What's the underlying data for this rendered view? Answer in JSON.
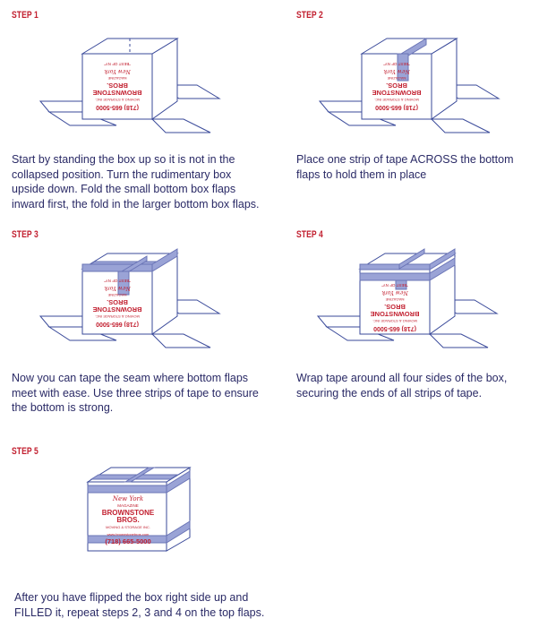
{
  "steps": [
    {
      "label": "STEP 1",
      "lines": [
        "Start by standing the box up so it is not in the",
        "collapsed position. Turn the rudimentary box",
        "upside down. Fold the small bottom box flaps",
        "inward first, the fold in the larger bottom box flaps."
      ]
    },
    {
      "label": "STEP 2",
      "lines": [
        "Place one strip of tape ACROSS the bottom",
        "flaps to hold them in place"
      ]
    },
    {
      "label": "STEP 3",
      "lines": [
        "Now you can tape the seam where bottom flaps",
        "meet with ease. Use three strips of tape to ensure",
        "the bottom is strong."
      ]
    },
    {
      "label": "STEP 4",
      "lines": [
        "Wrap tape around all four sides of the box,",
        "securing the ends of all strips of tape."
      ]
    },
    {
      "label": "STEP 5",
      "lines": [
        "After you have flipped the box right side up and",
        "FILLED it, repeat steps 2, 3 and 4 on the top flaps."
      ]
    }
  ],
  "box_print": {
    "brand": "BROWNSTONE BROS.",
    "subtitle": "MOVING & STORAGE INC.",
    "web": "www.brownstonebros.com",
    "phone": "(718) 665-5000",
    "magazine": "MAGAZINE",
    "script": "New York",
    "award": "\"BEST OF NY\""
  },
  "colors": {
    "step_label": "#c22030",
    "text": "#2a2a66",
    "outline": "#3a4a9a",
    "tape": "#9aa3d6",
    "print_red": "#c22030"
  }
}
